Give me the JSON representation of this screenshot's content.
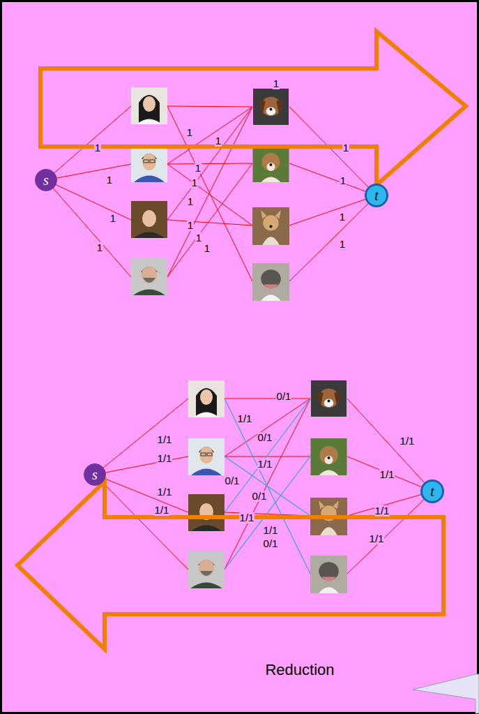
{
  "diagram": {
    "nodes": [
      {
        "text": [
          "s"
        ]
      },
      {
        "text": [
          "t"
        ]
      },
      {
        "text": [
          "s"
        ]
      },
      {
        "text": [
          "t"
        ]
      }
    ],
    "labels": [
      "1",
      "1",
      "1",
      "1",
      "1",
      "1",
      "1",
      "1",
      "1",
      "1",
      "1",
      "1",
      "1",
      "1",
      "1",
      "1",
      "1",
      "1/1",
      "1/1",
      "1/1",
      "1/1",
      "1/1",
      "0/1",
      "0/1",
      "1/1",
      "0/1",
      "0/1",
      "1/1",
      "1/1",
      "0/1",
      "1/1",
      "1/1",
      "1/1",
      "1/1",
      "Reduction"
    ]
  }
}
